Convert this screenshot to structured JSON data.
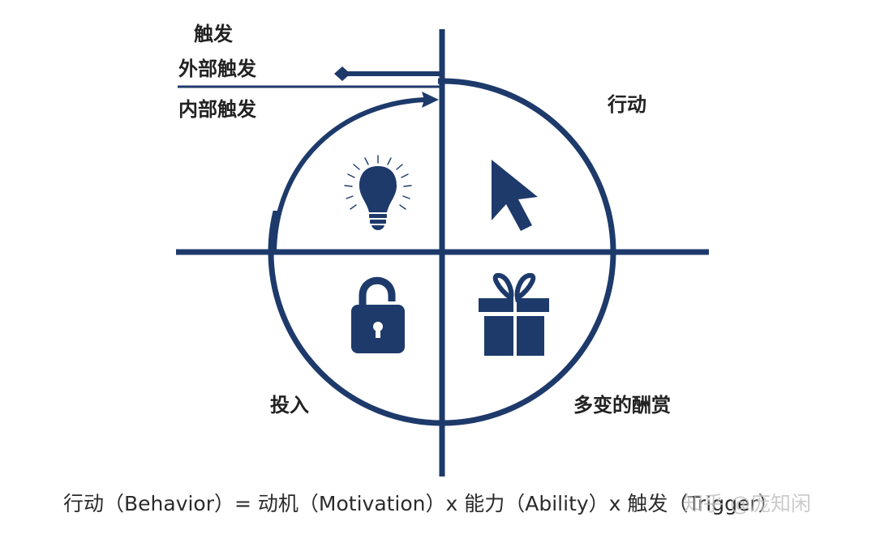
{
  "colors": {
    "navy": "#1d3a6b",
    "label_text": "#222222",
    "caption_text": "#2b2b2b",
    "watermark": "#bebebe"
  },
  "labels": {
    "trigger": "触发",
    "external_trigger": "外部触发",
    "internal_trigger": "内部触发",
    "action": "行动",
    "investment": "投入",
    "variable_reward": "多变的酬赏"
  },
  "icons": {
    "trigger_quadrant": "lightbulb-icon",
    "action_quadrant": "cursor-arrow-icon",
    "investment_quadrant": "unlocked-padlock-icon",
    "reward_quadrant": "gift-box-icon"
  },
  "caption": "行动（Behavior）= 动机（Motivation）x 能力（Ability）x 触发（Trigger）",
  "watermark": "知乎 @庞知闲"
}
